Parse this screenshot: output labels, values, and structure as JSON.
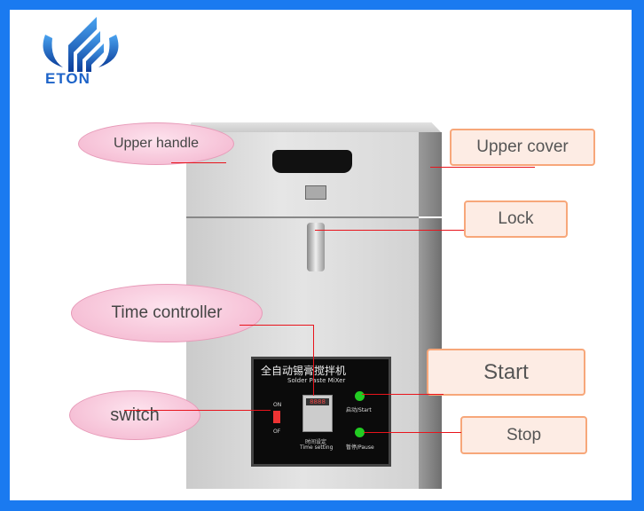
{
  "logo": {
    "text": "ETON"
  },
  "labels": {
    "upper_handle": "Upper handle",
    "upper_cover": "Upper cover",
    "lock": "Lock",
    "time_controller": "Time controller",
    "switch": "switch",
    "start": "Start",
    "stop": "Stop"
  },
  "panel": {
    "title_cn": "全自动锡膏搅拌机",
    "title_en": "Solder Paste MiXer",
    "on": "ON",
    "off": "OF",
    "timer_display": "8888",
    "time_cn": "时间设定",
    "time_en": "Time setting",
    "start_label": "启动/Start",
    "pause_label": "暂停/Pause"
  },
  "colors": {
    "frame": "#1a7af0",
    "callout_fill": "#fdece4",
    "callout_border": "#f7a77a",
    "leader": "#e8141c"
  }
}
